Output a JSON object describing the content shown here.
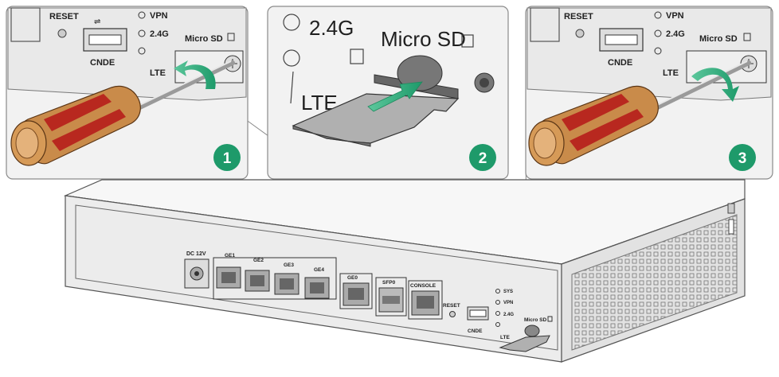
{
  "panels": [
    {
      "step": "1",
      "labels": {
        "reset": "RESET",
        "vpn": "VPN",
        "g24": "2.4G",
        "cnde": "CNDE",
        "lte": "LTE",
        "microsd": "Micro SD"
      }
    },
    {
      "step": "2",
      "labels": {
        "g24": "2.4G",
        "microsd": "Micro SD",
        "lte": "LTE"
      }
    },
    {
      "step": "3",
      "labels": {
        "reset": "RESET",
        "vpn": "VPN",
        "g24": "2.4G",
        "cnde": "CNDE",
        "lte": "LTE",
        "microsd": "Micro SD"
      }
    }
  ],
  "device": {
    "dc": "DC 12V",
    "ports": [
      "GE1",
      "GE2",
      "GE3",
      "GE4"
    ],
    "ge0": "GE0",
    "sfp": "SFP0",
    "console": "CONSOLE",
    "reset": "RESET",
    "leds": [
      "SYS",
      "VPN",
      "2.4G"
    ],
    "cnde": "CNDE",
    "lte": "LTE",
    "microsd": "Micro SD"
  },
  "colors": {
    "step_badge": "#1e9a6a",
    "arrow": "#2aa87a",
    "panel_bg": "#f2f2f2",
    "handle_red": "#b8281f",
    "handle_tan": "#c98b4a"
  }
}
